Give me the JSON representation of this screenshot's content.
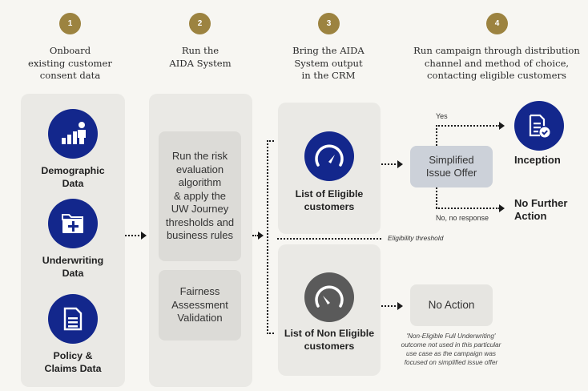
{
  "steps": [
    {
      "number": "1",
      "title_lines": [
        "Onboard",
        "existing customer",
        "consent data"
      ]
    },
    {
      "number": "2",
      "title_lines": [
        "Run the",
        "AIDA System"
      ]
    },
    {
      "number": "3",
      "title_lines": [
        "Bring the AIDA",
        "System output",
        "in the CRM"
      ]
    },
    {
      "number": "4",
      "title_lines": [
        "Run campaign through distribution",
        "channel and method of choice,",
        "contacting eligible customers"
      ]
    }
  ],
  "data_sources": [
    {
      "label_lines": [
        "Demographic",
        "Data"
      ],
      "icon": "demographic-chart-person-icon"
    },
    {
      "label_lines": [
        "Underwriting",
        "Data"
      ],
      "icon": "medical-folder-icon"
    },
    {
      "label_lines": [
        "Policy &",
        "Claims Data"
      ],
      "icon": "document-icon"
    }
  ],
  "aida_system": {
    "risk_box_lines": [
      "Run the risk",
      "evaluation",
      "algorithm",
      "& apply the",
      "UW Journey",
      "thresholds and",
      "business rules"
    ],
    "fairness_box_lines": [
      "Fairness",
      "Assessment",
      "Validation"
    ]
  },
  "crm": {
    "eligible_label_lines": [
      "List of Eligible",
      "customers"
    ],
    "non_eligible_label_lines": [
      "List of Non Eligible",
      "customers"
    ],
    "threshold_label": "Eligibility threshold"
  },
  "campaign": {
    "offer_lines": [
      "Simplified",
      "Issue Offer"
    ],
    "yes_label": "Yes",
    "no_label": "No, no response",
    "inception_label": "Inception",
    "no_further_lines": [
      "No Further",
      "Action"
    ],
    "no_action_label": "No Action",
    "note_lines": [
      "'Non-Eligible Full Underwriting'",
      "outcome not used in this particular",
      "use case as the campaign was",
      "focused on simplified issue offer"
    ]
  },
  "colors": {
    "badge": "#9c8340",
    "navy": "#13278c",
    "grey_icon": "#5a5a5a",
    "offer_box": "#ccd1d9"
  }
}
